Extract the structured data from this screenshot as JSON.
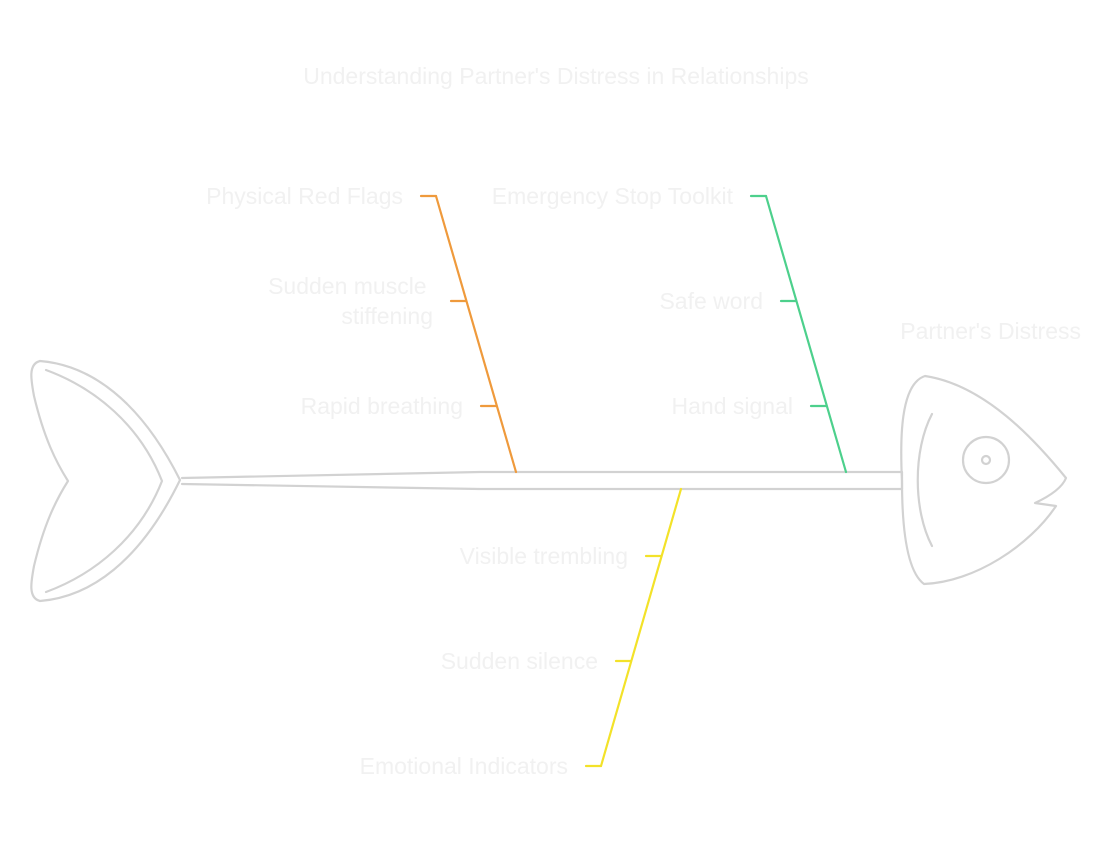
{
  "title": "Understanding Partner's Distress in Relationships",
  "head_label": "Partner's Distress",
  "categories": [
    {
      "label": "Physical Red Flags",
      "color": "#ef9a3c",
      "side": "top",
      "causes": [
        "Sudden muscle stiffening",
        "Rapid breathing"
      ]
    },
    {
      "label": "Emergency Stop Toolkit",
      "color": "#4dd08c",
      "side": "top",
      "causes": [
        "Safe word",
        "Hand signal"
      ]
    },
    {
      "label": "Emotional Indicators",
      "color": "#f3e229",
      "side": "bottom",
      "causes": [
        "Visible trembling",
        "Sudden silence"
      ]
    }
  ],
  "outline_color": "#d2d2d2",
  "text_color": "#f1f1f1"
}
